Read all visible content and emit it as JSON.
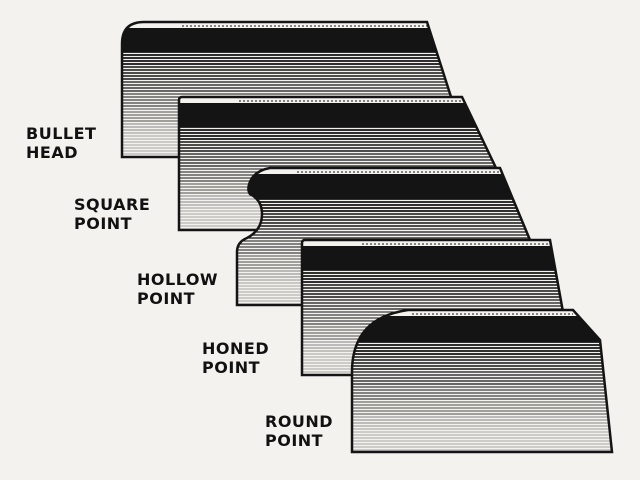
{
  "diagram": {
    "ink_color": "#141414",
    "paper_color": "#f4f2ee",
    "profiles": [
      {
        "id": "bullet-head",
        "shape": "rounded-corner",
        "line1": "BULLET",
        "line2": "HEAD"
      },
      {
        "id": "square-point",
        "shape": "square-corner",
        "line1": "SQUARE",
        "line2": "POINT"
      },
      {
        "id": "hollow-point",
        "shape": "concave-corner",
        "line1": "HOLLOW",
        "line2": "POINT"
      },
      {
        "id": "honed-point",
        "shape": "square-corner",
        "line1": "HONED",
        "line2": "POINT"
      },
      {
        "id": "round-point",
        "shape": "rounded-corner",
        "line1": "ROUND",
        "line2": "POINT"
      }
    ]
  }
}
